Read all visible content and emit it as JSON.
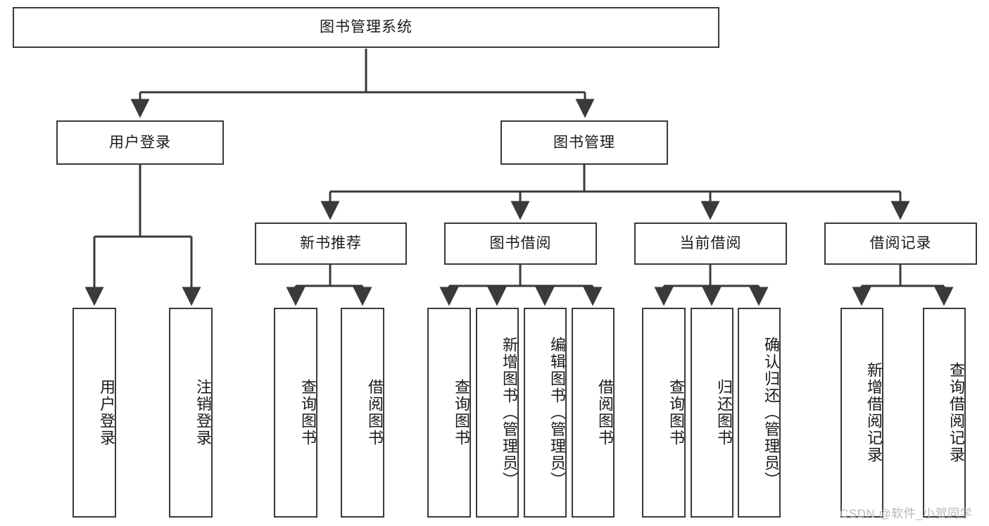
{
  "diagram": {
    "type": "tree-hierarchy",
    "title": "图书管理系统",
    "stroke_color": "#3a3a3a",
    "fill_color": "#ffffff",
    "text_color": "#1a1a1a",
    "nodes": {
      "root": {
        "label": "图书管理系统",
        "orientation": "horizontal"
      },
      "level2": [
        {
          "id": "user-login",
          "label": "用户登录",
          "orientation": "horizontal"
        },
        {
          "id": "book-manage",
          "label": "图书管理",
          "orientation": "horizontal"
        }
      ],
      "level3": [
        {
          "id": "new-book-recommend",
          "label": "新书推荐",
          "orientation": "horizontal"
        },
        {
          "id": "book-borrow",
          "label": "图书借阅",
          "orientation": "horizontal"
        },
        {
          "id": "current-borrow",
          "label": "当前借阅",
          "orientation": "horizontal"
        },
        {
          "id": "borrow-record",
          "label": "借阅记录",
          "orientation": "horizontal"
        }
      ],
      "leaves": [
        {
          "id": "leaf-user-login",
          "label": "用户登录",
          "parent": "user-login",
          "orientation": "vertical"
        },
        {
          "id": "leaf-user-logout",
          "label": "注销登录",
          "parent": "user-login",
          "orientation": "vertical"
        },
        {
          "id": "leaf-query-book-1",
          "label": "查询图书",
          "parent": "new-book-recommend",
          "orientation": "vertical"
        },
        {
          "id": "leaf-borrow-book-1",
          "label": "借阅图书",
          "parent": "new-book-recommend",
          "orientation": "vertical"
        },
        {
          "id": "leaf-query-book-2",
          "label": "查询图书",
          "parent": "book-borrow",
          "orientation": "vertical"
        },
        {
          "id": "leaf-add-book",
          "label": "新增图书（管理员）",
          "parent": "book-borrow",
          "orientation": "vertical"
        },
        {
          "id": "leaf-edit-book",
          "label": "编辑图书（管理员）",
          "parent": "book-borrow",
          "orientation": "vertical"
        },
        {
          "id": "leaf-borrow-book-2",
          "label": "借阅图书",
          "parent": "book-borrow",
          "orientation": "vertical"
        },
        {
          "id": "leaf-query-book-3",
          "label": "查询图书",
          "parent": "current-borrow",
          "orientation": "vertical"
        },
        {
          "id": "leaf-return-book",
          "label": "归还图书",
          "parent": "current-borrow",
          "orientation": "vertical"
        },
        {
          "id": "leaf-confirm-return",
          "label": "确认归还（管理员）",
          "parent": "current-borrow",
          "orientation": "vertical"
        },
        {
          "id": "leaf-add-record",
          "label": "新增借阅记录",
          "parent": "borrow-record",
          "orientation": "vertical"
        },
        {
          "id": "leaf-query-record",
          "label": "查询借阅记录",
          "parent": "borrow-record",
          "orientation": "vertical"
        }
      ]
    }
  },
  "watermark": {
    "text": "CSDN @软件_小贺同学"
  }
}
